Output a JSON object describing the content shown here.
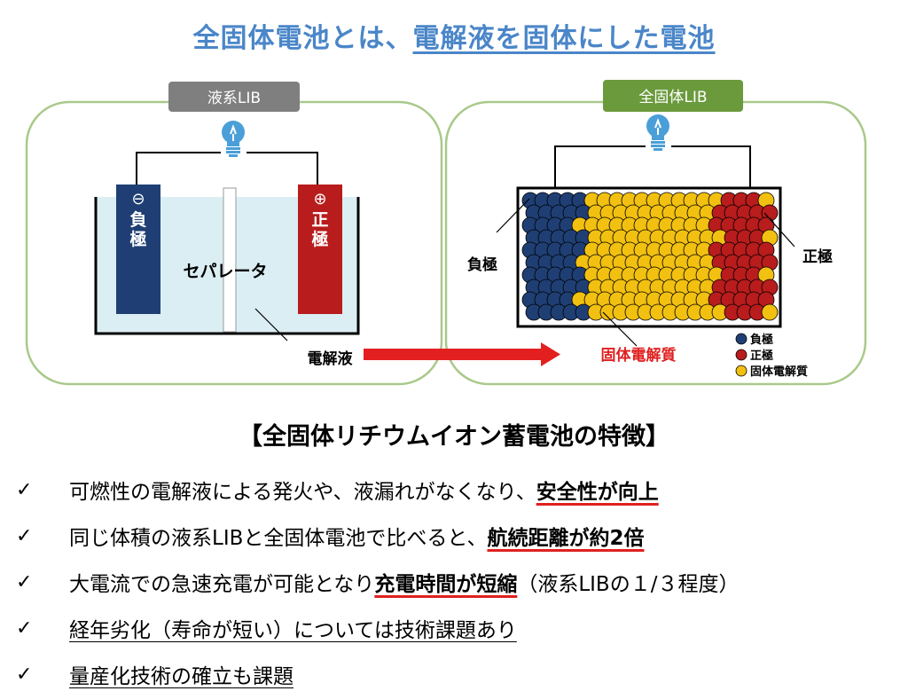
{
  "title": {
    "part1": "全固体電池とは、",
    "part2": "電解液を固体にした電池"
  },
  "liquid_panel": {
    "tag": "液系LIB",
    "neg_symbol": "⊖",
    "neg_label": "負\n極",
    "pos_symbol": "⊕",
    "pos_label": "正\n極",
    "separator_label": "セパレータ",
    "electrolyte_label": "電解液"
  },
  "solid_panel": {
    "tag": "全固体LIB",
    "neg_label": "負極",
    "pos_label": "正極",
    "electrolyte_label": "固体電解質",
    "legend": [
      {
        "marker": "●:",
        "label": "負極",
        "color": "#1f3f74"
      },
      {
        "marker": "●:",
        "label": "正極",
        "color": "#b81c1c"
      },
      {
        "marker": "●:",
        "label": "固体電解質",
        "color": "#f2c010"
      }
    ]
  },
  "colors": {
    "panel_border": "#a9c98a",
    "tag_grey": "#7f7f7f",
    "tag_green": "#6b9a3c",
    "electrolyte_fill": "#dbeef4",
    "negative": "#1f3f74",
    "positive": "#b81c1c",
    "solid_electrolyte": "#f2c010",
    "arrow": "#e41f1f",
    "bulb": "#4a9fd8"
  },
  "icons": {
    "bulb": "lightbulb-icon",
    "check": "check-icon",
    "arrow": "right-arrow-icon"
  },
  "features_title": "【全固体リチウムイオン蓄電池の特徴】",
  "features": [
    {
      "check": "✓",
      "pre": "可燃性の電解液による発火や、液漏れがなくなり、",
      "hl": "安全性が向上",
      "post": ""
    },
    {
      "check": "✓",
      "pre": "同じ体積の液系LIBと全固体電池で比べると、",
      "hl": "航続距離が約2倍",
      "post": ""
    },
    {
      "check": "✓",
      "pre": "大電流での急速充電が可能となり",
      "hl": "充電時間が短縮",
      "post": "（液系LIBの１/３程度）"
    },
    {
      "check": "✓",
      "text": "経年劣化（寿命が短い）については技術課題あり"
    },
    {
      "check": "✓",
      "text": "量産化技術の確立も課題"
    }
  ]
}
